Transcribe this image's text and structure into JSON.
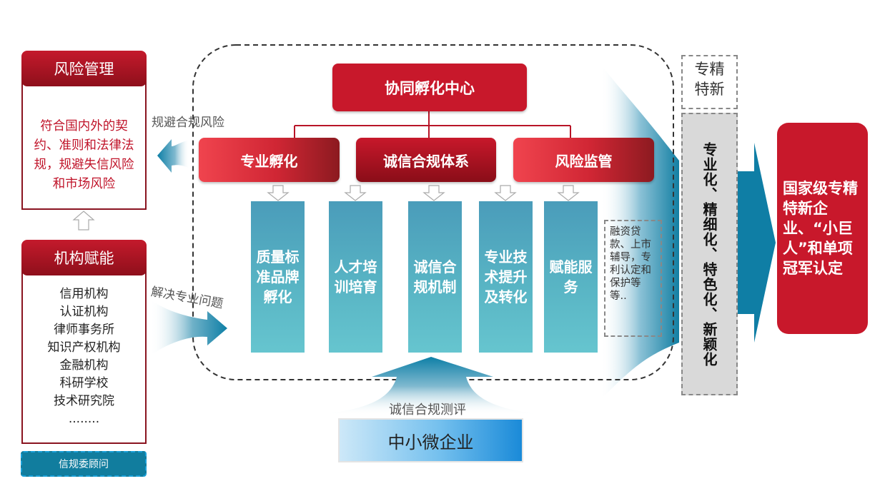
{
  "left": {
    "risk_management": {
      "title": "风险管理",
      "text": "符合国内外的契约、准则和法律法规，规避失信风险和市场风险"
    },
    "institution_empowerment": {
      "title": "机构赋能",
      "items": [
        "信用机构",
        "认证机构",
        "律师事务所",
        "知识产权机构",
        "金融机构",
        "科研学校",
        "技术研究院",
        "........"
      ]
    },
    "advisor": "信规委顾问",
    "arrow_label_avoid": "规避合规风险",
    "arrow_label_solve": "解决专业问题"
  },
  "center": {
    "top": "协同孵化中心",
    "subs": [
      "专业孵化",
      "诚信合规体系",
      "风险监管"
    ],
    "pillars": [
      "质量标准品牌孵化",
      "人才培训培育",
      "诚信合规机制",
      "专业技术提升及转化",
      "赋能服务"
    ],
    "note": "融资贷款、上市辅导，专利认定和保护等等.."
  },
  "bottom": {
    "eval_label": "诚信合规测评",
    "sme": "中小微企业"
  },
  "right": {
    "zhuanjing": "专精特新",
    "attributes": "专业化、精细化、特色化、新颖化",
    "result": "国家级专精特新企业、“小巨人”和单项冠军认定"
  },
  "colors": {
    "red": "#c8182b",
    "dark_red": "#8e0f1b",
    "teal": "#1b8fb0",
    "pillar": "#58b4c4",
    "gray": "#d9d9d9"
  }
}
